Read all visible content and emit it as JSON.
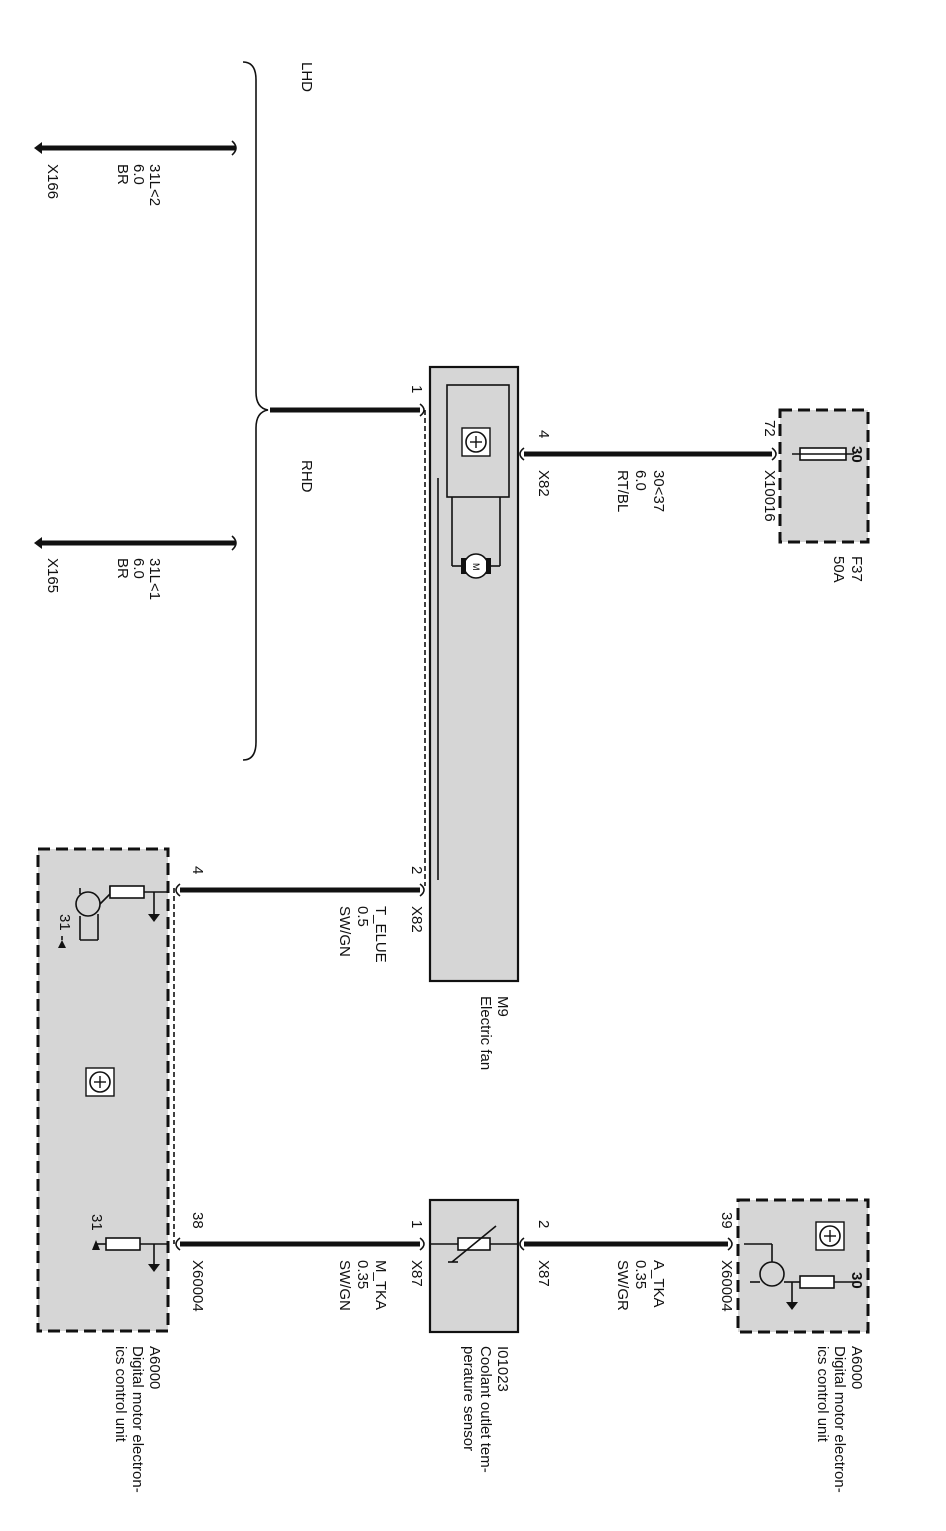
{
  "harness": {
    "lhd": "LHD",
    "rhd": "RHD"
  },
  "ground_lhd": {
    "wire_id": "31L<2",
    "size": "6.0",
    "color": "BR",
    "connector": "X166"
  },
  "ground_rhd": {
    "wire_id": "31L<1",
    "size": "6.0",
    "color": "BR",
    "connector": "X165"
  },
  "electric_fan": {
    "id": "M9",
    "name": "Electric fan",
    "pin1": "1",
    "pin2": "2",
    "pin4": "4",
    "connector_a": "X82",
    "connector_b": "X82",
    "motor_symbol": "M"
  },
  "fuse": {
    "id": "F37",
    "rating": "50A",
    "terminal": "30",
    "pin": "72",
    "connector": "X10016"
  },
  "wire_supply": {
    "wire_id": "30<37",
    "size": "6.0",
    "color": "RT/BL"
  },
  "wire_signal": {
    "wire_id": "T_ELUE",
    "size": "0.5",
    "color": "SW/GN"
  },
  "dme_left": {
    "id": "A6000",
    "name_line1": "Digital motor electron-",
    "name_line2": "ics control unit",
    "pin4": "4",
    "pin38": "38",
    "connector": "X60004",
    "ground_a": "31",
    "ground_b": "31"
  },
  "sensor": {
    "id": "I01023",
    "name_line1": "Coolant outlet tem-",
    "name_line2": "perature sensor",
    "pin1": "1",
    "pin2": "2",
    "connector_a": "X87",
    "connector_b": "X87"
  },
  "wire_mtka": {
    "wire_id": "M_TKA",
    "size": "0.35",
    "color": "SW/GN"
  },
  "wire_atka": {
    "wire_id": "A_TKA",
    "size": "0.35",
    "color": "SW/GR"
  },
  "dme_right": {
    "id": "A6000",
    "name_line1": "Digital motor electron-",
    "name_line2": "ics control unit",
    "pin39": "39",
    "connector": "X60004",
    "terminal": "30"
  }
}
